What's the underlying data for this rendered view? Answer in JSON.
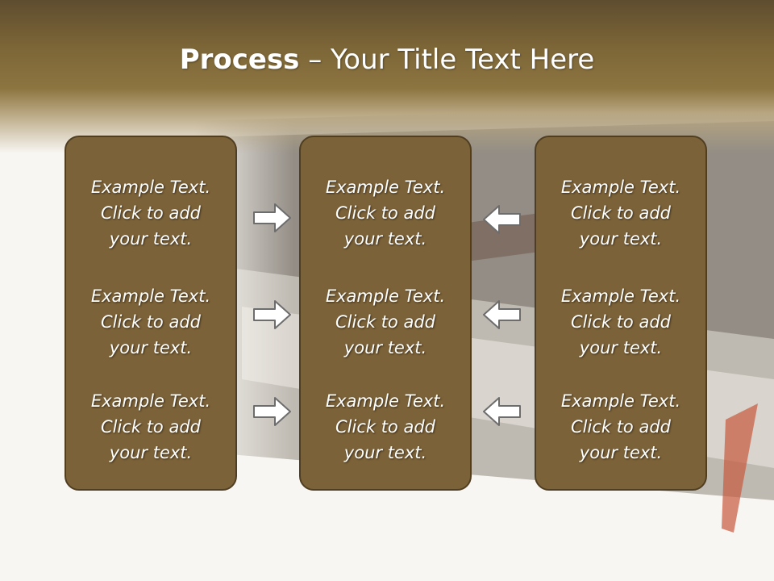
{
  "title": {
    "bold": "Process",
    "rest": " – Your Title Text Here"
  },
  "columns": [
    {
      "items": [
        [
          "Example Text.",
          "Click  to add",
          "your text."
        ],
        [
          "Example Text.",
          "Click  to add",
          "your text."
        ],
        [
          "Example Text.",
          "Click  to add",
          "your text."
        ]
      ]
    },
    {
      "items": [
        [
          "Example Text.",
          "Click  to add",
          "your text."
        ],
        [
          "Example Text.",
          "Click  to add",
          "your text."
        ],
        [
          "Example Text.",
          "Click  to add",
          "your text."
        ]
      ]
    },
    {
      "items": [
        [
          "Example Text.",
          "Click  to add",
          "your text."
        ],
        [
          "Example Text.",
          "Click  to add",
          "your text."
        ],
        [
          "Example Text.",
          "Click  to add",
          "your text."
        ]
      ]
    }
  ],
  "arrows": {
    "left_group": "right-arrow-icon",
    "right_group": "left-arrow-icon"
  },
  "colors": {
    "box_fill": "#7c6238",
    "box_border": "#4f3e22",
    "header": "#7d6637",
    "text": "#ffffff",
    "arrow_stroke": "#6d6d6d"
  }
}
